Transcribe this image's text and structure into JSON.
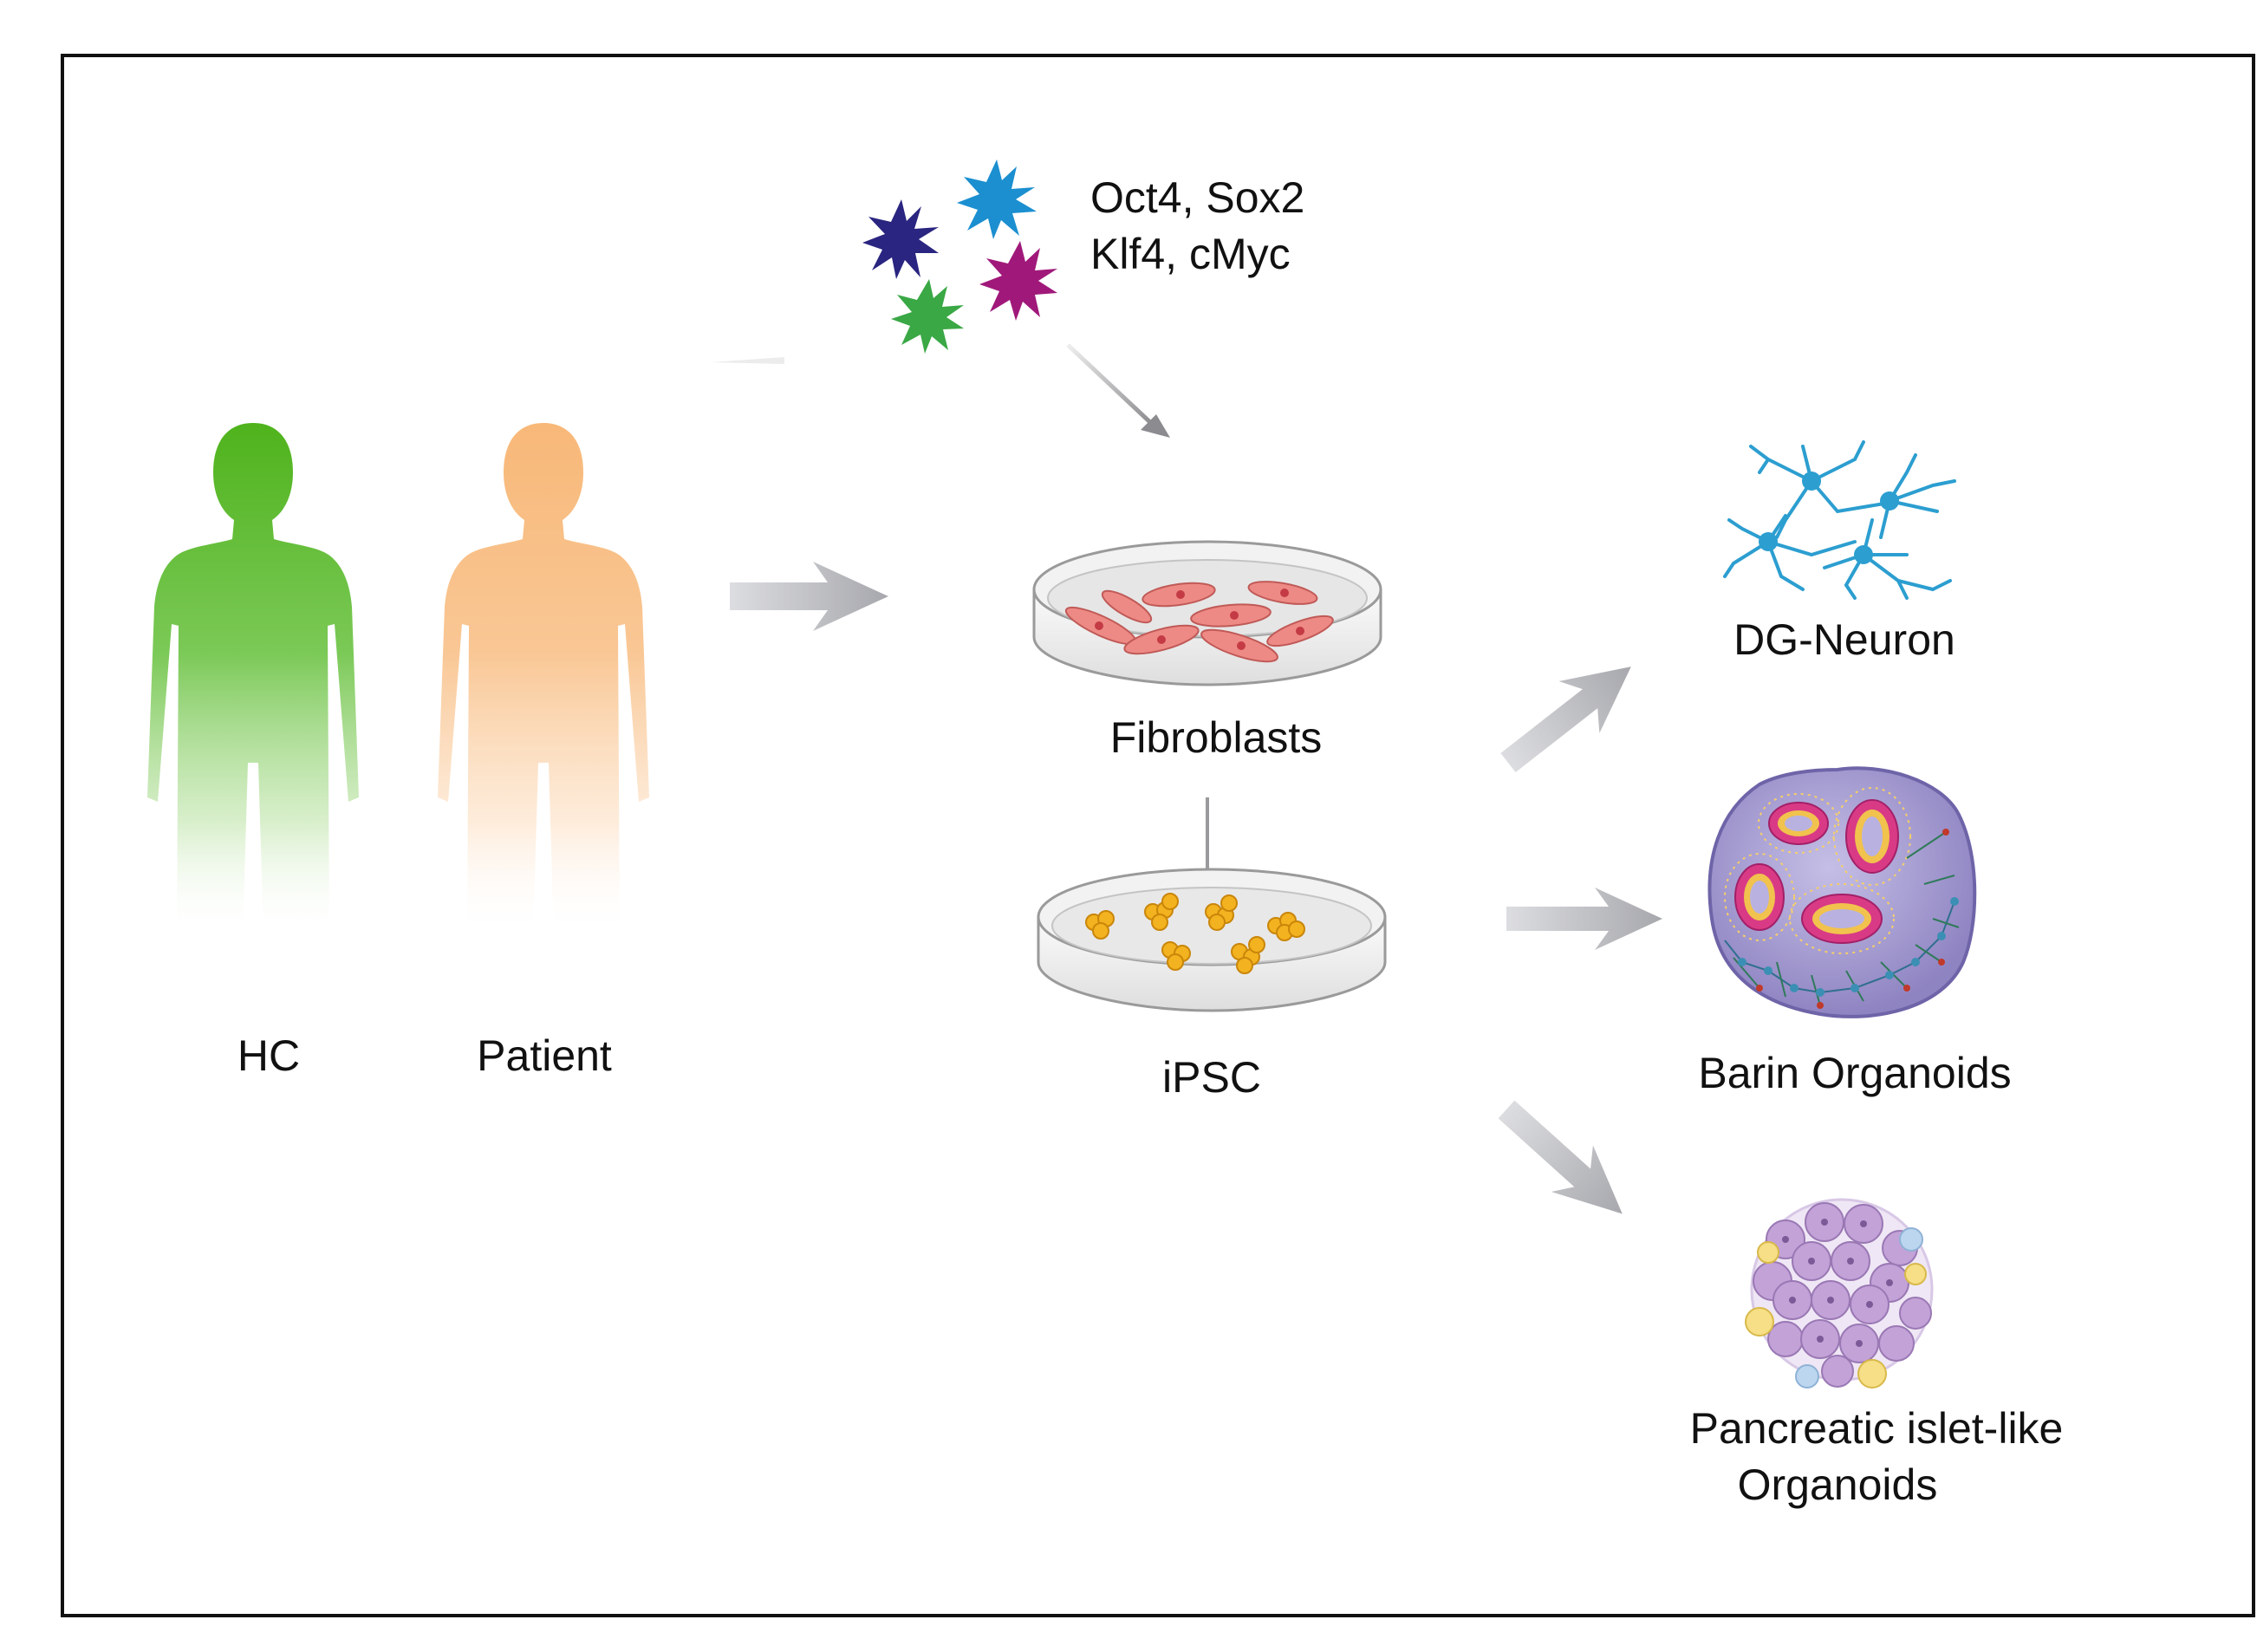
{
  "figure": {
    "subjects": {
      "healthy_control": "HC",
      "patient": "Patient"
    },
    "factors": {
      "line1": "Oct4, Sox2",
      "line2": "Klf4, cMyc"
    },
    "culture": {
      "fibroblasts": "Fibroblasts",
      "ipsc": "iPSC"
    },
    "outputs": {
      "dg_neuron": "DG-Neuron",
      "brain_organoids": "Barin Organoids",
      "islet_line1": "Pancreatic islet-like",
      "islet_line2": "Organoids"
    }
  },
  "colors": {
    "hc_figure": "#58b82c",
    "patient_figure": "#f9bf85",
    "factor_navy": "#2a2580",
    "factor_blue": "#1b8fd0",
    "factor_magenta": "#a0197a",
    "factor_green": "#3aa845",
    "arrow_gray": "#b9b9bd",
    "fibroblast_cell": "#ee8a85",
    "ipsc_colony": "#f3b21f",
    "neuron": "#2c9ed0",
    "organoid_body": "#a49ad0",
    "rosette_ring": "#d93a86",
    "islet_cell": "#c3a2d8",
    "islet_yellow": "#f6df86"
  }
}
